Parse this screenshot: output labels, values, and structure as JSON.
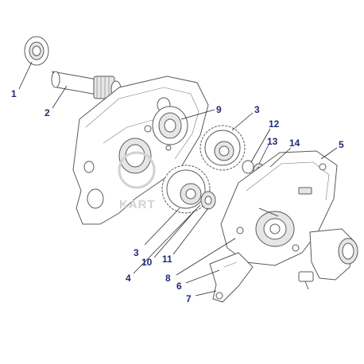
{
  "diagram": {
    "callouts": [
      {
        "id": "c1",
        "label": "1"
      },
      {
        "id": "c2",
        "label": "2"
      },
      {
        "id": "c9",
        "label": "9"
      },
      {
        "id": "c3a",
        "label": "3"
      },
      {
        "id": "c12",
        "label": "12"
      },
      {
        "id": "c13",
        "label": "13"
      },
      {
        "id": "c14",
        "label": "14"
      },
      {
        "id": "c5",
        "label": "5"
      },
      {
        "id": "c3b",
        "label": "3"
      },
      {
        "id": "c10",
        "label": "10"
      },
      {
        "id": "c11",
        "label": "11"
      },
      {
        "id": "c4",
        "label": "4"
      },
      {
        "id": "c8",
        "label": "8"
      },
      {
        "id": "c6",
        "label": "6"
      },
      {
        "id": "c7",
        "label": "7"
      }
    ],
    "watermark": "KART"
  },
  "colors": {
    "callout": "#1f2a7a",
    "line": "#5a5a5a",
    "background": "#ffffff"
  }
}
